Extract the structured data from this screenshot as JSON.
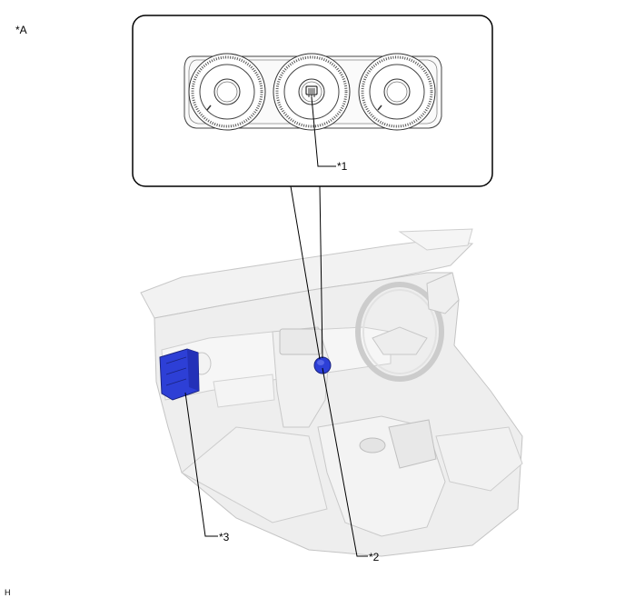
{
  "figure_tag": "*A",
  "callouts": {
    "c1": "*1",
    "c2": "*2",
    "c3": "*3"
  },
  "footer_code": "H",
  "colors": {
    "highlight": "#2d3fd6",
    "line": "#000000",
    "body": "#eeeeee",
    "body_edge": "#bdbdbd"
  }
}
